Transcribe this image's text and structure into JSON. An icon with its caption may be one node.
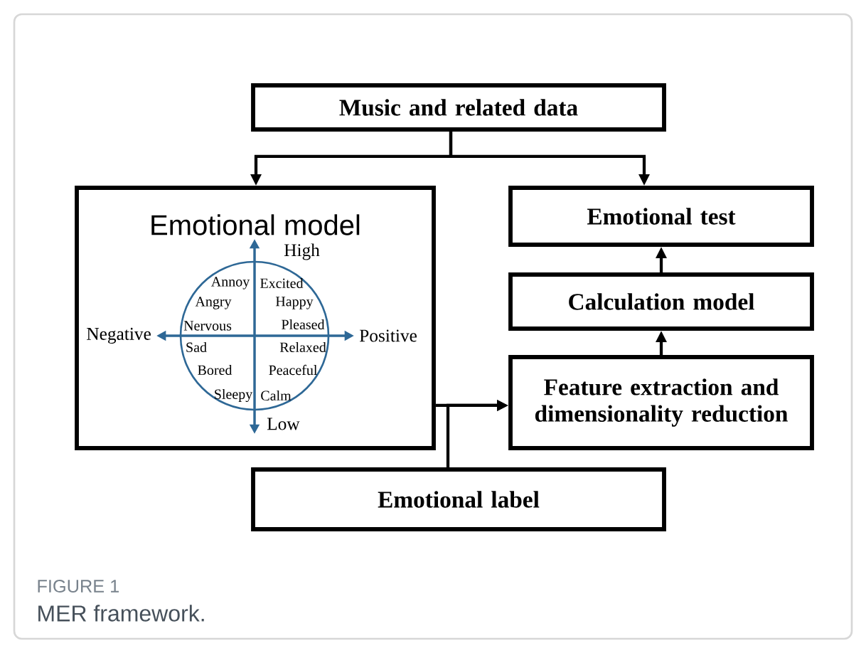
{
  "diagram": {
    "caption": "MER framework.",
    "nodes": [
      {
        "text": [
          "Music and related data"
        ]
      },
      {
        "text": [
          "Emotional model"
        ]
      },
      {
        "text": [
          "Emotional test"
        ]
      },
      {
        "text": [
          "Calculation model"
        ]
      },
      {
        "text": [
          "Feature extraction and dimensionality reduction"
        ]
      },
      {
        "text": [
          "Emotional label"
        ]
      }
    ],
    "edges": [
      {
        "from": 0,
        "to": 1,
        "arrow": "to"
      },
      {
        "from": 0,
        "to": 2,
        "arrow": "to"
      },
      {
        "from": 1,
        "to": 4,
        "arrow": "to"
      },
      {
        "from": 5,
        "to": 4,
        "arrow": "to"
      },
      {
        "from": 4,
        "to": 3,
        "arrow": "to"
      },
      {
        "from": 3,
        "to": 2,
        "arrow": "to"
      }
    ],
    "labels": [
      "High",
      "Annoy",
      "Excited",
      "Angry",
      "Happy",
      "Negative",
      "Nervous",
      "Pleased",
      "Positive",
      "Sad",
      "Relaxed",
      "Bored",
      "Peaceful",
      "Sleepy",
      "Calm",
      "Low",
      "FIGURE 1"
    ]
  }
}
